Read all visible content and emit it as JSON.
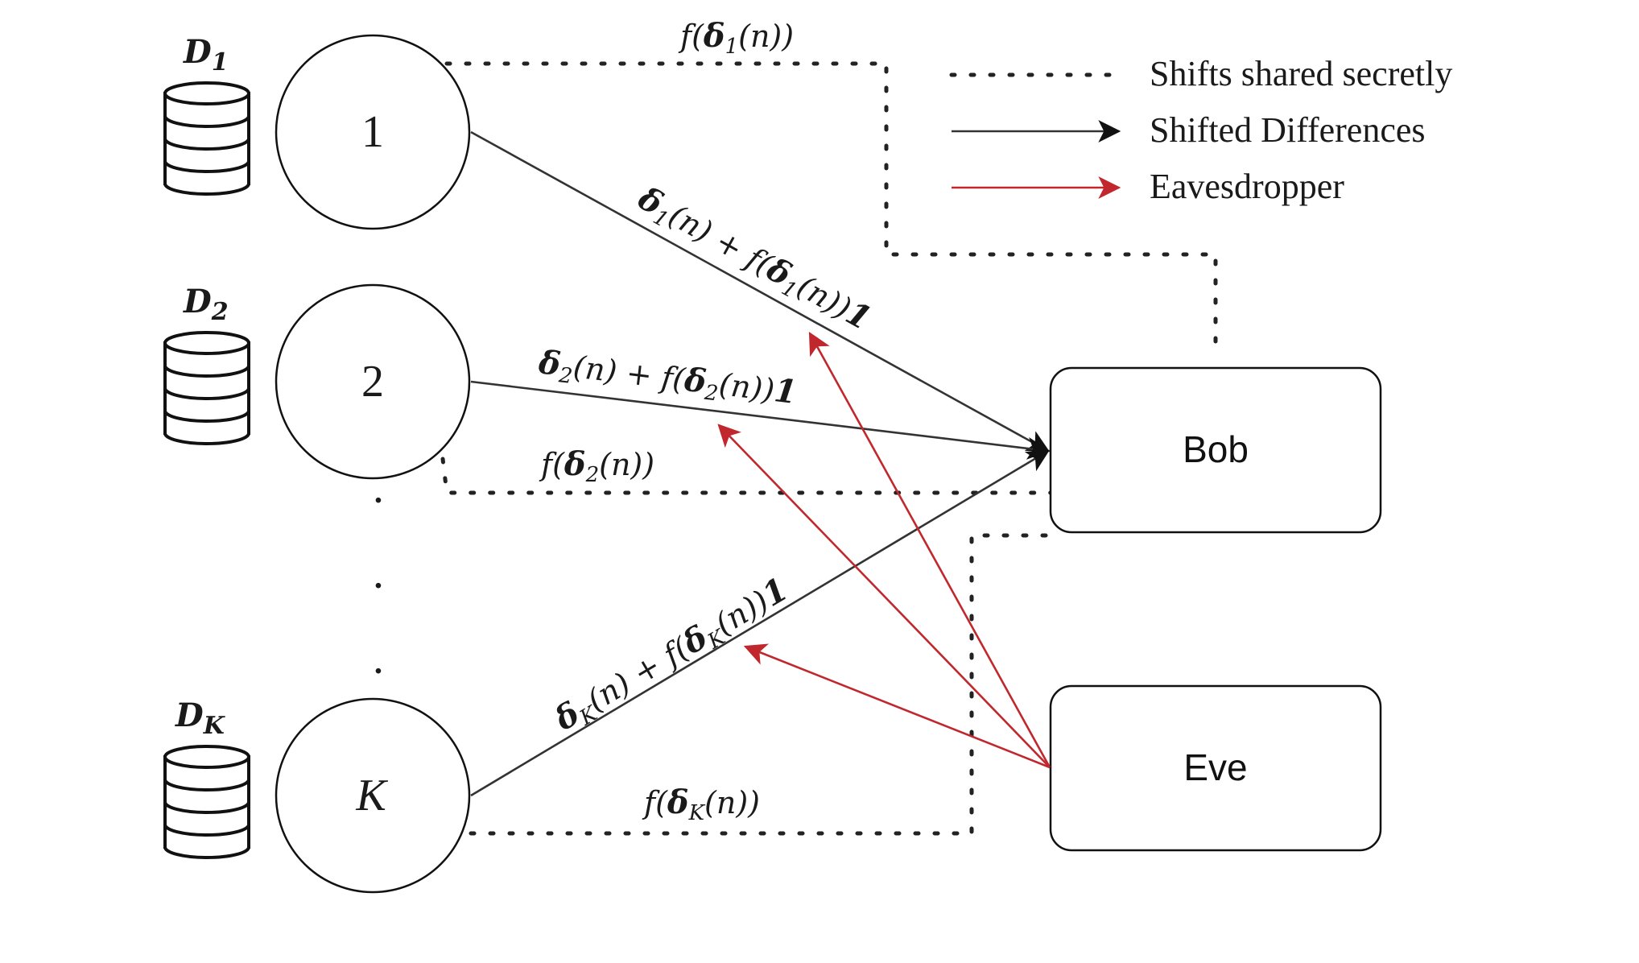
{
  "nodes": [
    {
      "id": "1",
      "label": "1",
      "db_base": "D",
      "db_sub": "1"
    },
    {
      "id": "2",
      "label": "2",
      "db_base": "D",
      "db_sub": "2"
    },
    {
      "id": "K",
      "label": "K",
      "db_base": "D",
      "db_sub": "K"
    }
  ],
  "ellipsis": "·",
  "boxes": {
    "bob": "Bob",
    "eve": "Eve"
  },
  "legend": {
    "shared": "Shifts shared secretly",
    "shifted": "Shifted Differences",
    "eaves": "Eavesdropper"
  },
  "edges": {
    "e1_delta": "δ",
    "e1_sub": "1",
    "e1_rest": "(n) + f(",
    "e1_delta2": "δ",
    "e1_sub2": "1",
    "e1_end": "(n))",
    "e1_one": "1",
    "e2_delta": "δ",
    "e2_sub": "2",
    "e2_rest": "(n) + f(",
    "e2_delta2": "δ",
    "e2_sub2": "2",
    "e2_end": "(n))",
    "e2_one": "1",
    "eK_delta": "δ",
    "eK_sub": "K",
    "eK_rest": "(n) + f(",
    "eK_delta2": "δ",
    "eK_sub2": "K",
    "eK_end": "(n))",
    "eK_one": "1"
  },
  "shift_labels": {
    "s1_pre": "f(",
    "s1_delta": "δ",
    "s1_sub": "1",
    "s1_post": "(n))",
    "s2_pre": "f(",
    "s2_delta": "δ",
    "s2_sub": "2",
    "s2_post": "(n))",
    "sK_pre": "f(",
    "sK_delta": "δ",
    "sK_sub": "K",
    "sK_post": "(n))"
  },
  "colors": {
    "red_arrow": "#c0282d",
    "black": "#111111"
  }
}
